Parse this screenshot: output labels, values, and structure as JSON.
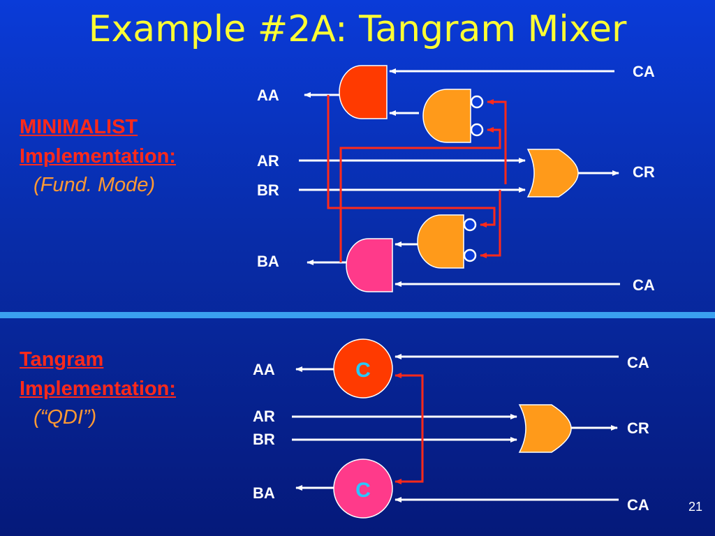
{
  "title": "Example #2A:  Tangram Mixer",
  "colors": {
    "title": "#ffff33",
    "label_red": "#ff2a1a",
    "label_orange": "#ff9933",
    "wire_white": "#ffffff",
    "wire_red": "#ff2a1a",
    "gate_red": "#ff3a00",
    "gate_orange": "#ff9a1a",
    "gate_pink": "#ff3a8a",
    "divider": "#3aa0f0",
    "c_text": "#28c8ff"
  },
  "top": {
    "heading_line1": "MINIMALIST",
    "heading_line2": "Implementation: ",
    "mode": "(Fund. Mode)",
    "signals": {
      "aa": "AA",
      "ar": "AR",
      "br": "BR",
      "ba": "BA",
      "ca_top": "CA",
      "cr": "CR",
      "ca_bottom": "CA"
    }
  },
  "bottom": {
    "heading_line1": "Tangram",
    "heading_line2": "Implementation: ",
    "mode": "(“QDI”)",
    "c_top": "C",
    "c_bottom": "C",
    "signals": {
      "aa": "AA",
      "ar": "AR",
      "br": "BR",
      "ba": "BA",
      "ca_top": "CA",
      "cr": "CR",
      "ca_bottom": "CA"
    }
  },
  "page_number": "21"
}
